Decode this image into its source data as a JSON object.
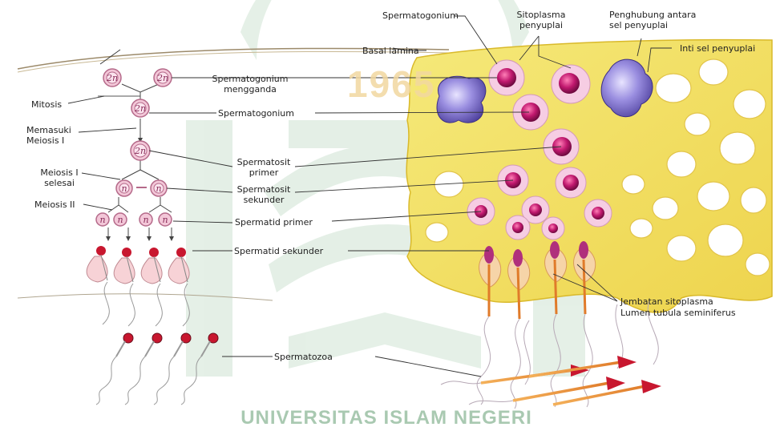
{
  "watermark": {
    "year": "1965",
    "footer": "UNIVERSITAS ISLAM NEGERI",
    "colors": {
      "green": "#cfe3d3",
      "gold": "#f2d8a0"
    }
  },
  "labels": {
    "basal_lamina": "Basal lamina",
    "spermatogonium_top": "Spermatogonium",
    "sitoplasma_1": "Sitoplasma",
    "sitoplasma_2": "penyuplai",
    "penghubung_1": "Penghubung  antara",
    "penghubung_2": "sel penyuplai",
    "inti_sel": "Inti sel penyuplai",
    "mitosis": "Mitosis",
    "memasuki_1": "Memasuki",
    "memasuki_2": "Meiosis I",
    "meiosis1_1": "Meiosis I",
    "meiosis1_2": "selesai",
    "meiosis2": "Meiosis II",
    "mengganda_1": "Spermatogonium",
    "mengganda_2": "mengganda",
    "spermatogonium_mid": "Spermatogonium",
    "primer_1": "Spermatosit",
    "primer_2": "primer",
    "sekunder_1": "Spermatosit",
    "sekunder_2": "sekunder",
    "spermatid_primer": "Spermatid primer",
    "spermatid_sekunder": "Spermatid sekunder",
    "jembatan": "Jembatan sitoplasma",
    "lumen": "Lumen tubula seminiferus",
    "spermatozoa": "Spermatozoa"
  },
  "cells": {
    "diploid": "2n",
    "haploid": "n"
  },
  "colors": {
    "tissue": "#f2e36a",
    "tissue_edge": "#d9b92a",
    "cell_pink": "#f6cde3",
    "nucleus": "#c0186e",
    "sertoli": "#7c6ec8",
    "diagram_cell": "#f3c7d8",
    "diagram_edge": "#b56a8a",
    "sperm_head": "#c8172f",
    "tail": "#9a9a9a"
  }
}
